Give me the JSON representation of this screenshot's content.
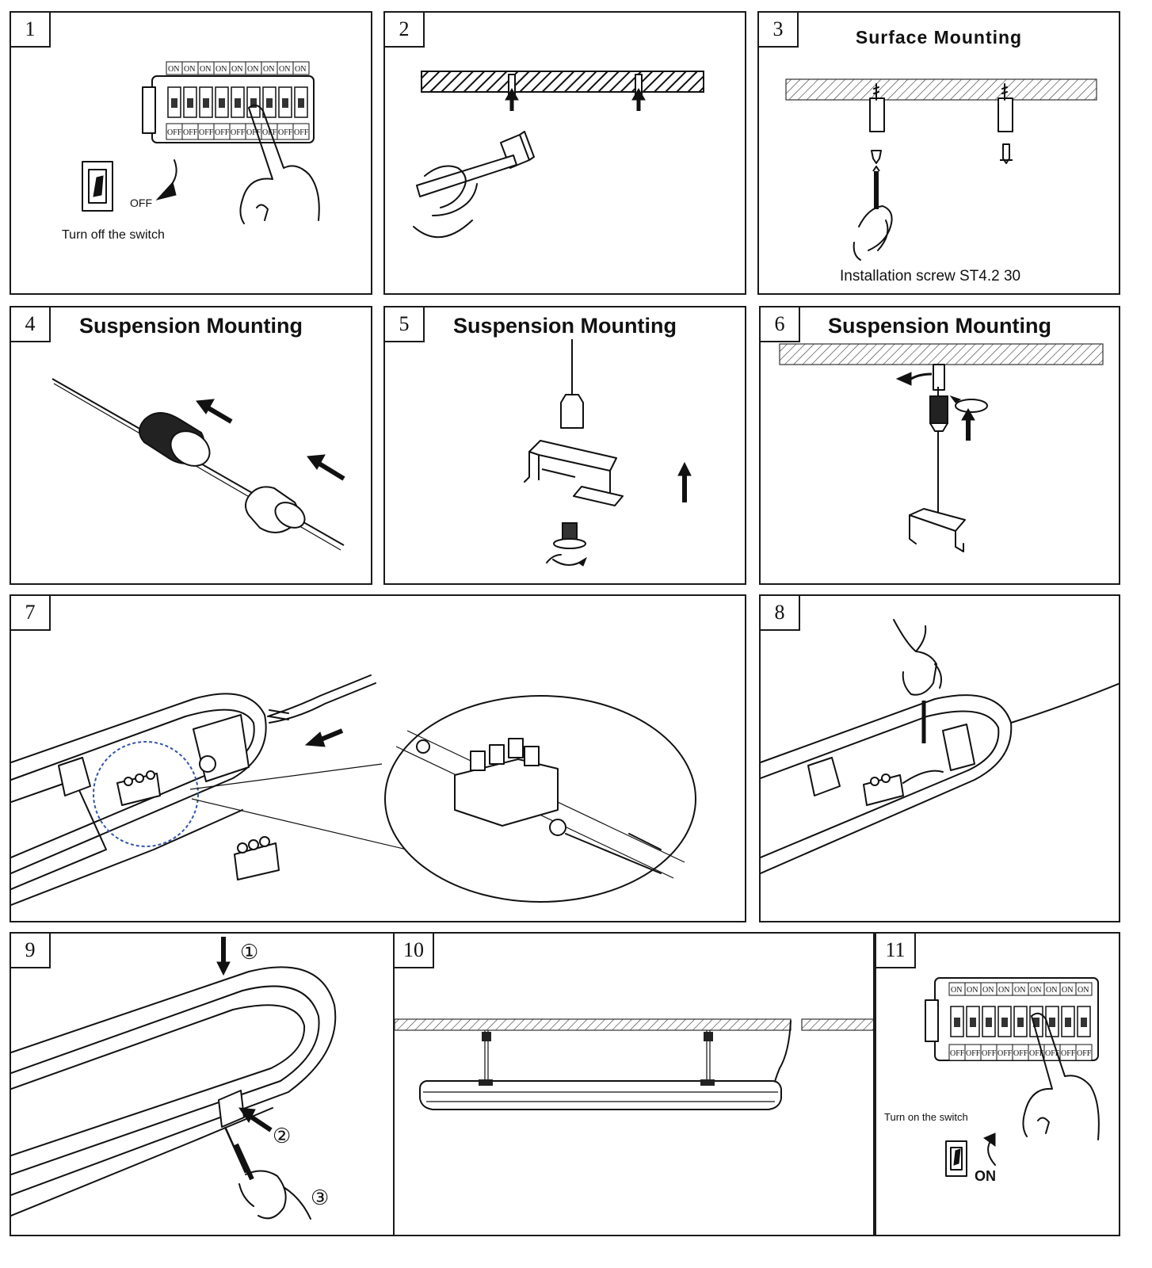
{
  "steps": [
    {
      "number": "1",
      "caption": "Turn off the switch",
      "switch_state": "OFF"
    },
    {
      "number": "2"
    },
    {
      "number": "3",
      "title": "Surface Mounting",
      "caption": "Installation screw ST4.2  30"
    },
    {
      "number": "4",
      "title": "Suspension Mounting"
    },
    {
      "number": "5",
      "title": "Suspension Mounting"
    },
    {
      "number": "6",
      "title": "Suspension Mounting"
    },
    {
      "number": "7"
    },
    {
      "number": "8"
    },
    {
      "number": "9",
      "callouts": [
        "①",
        "②",
        "③"
      ]
    },
    {
      "number": "10"
    },
    {
      "number": "11",
      "caption": "Turn on the switch",
      "switch_state": "ON"
    }
  ],
  "breaker": {
    "on_label": "ON",
    "off_label": "OFF"
  },
  "icons": [
    "breaker-panel-icon",
    "wall-switch-icon",
    "hand-icon",
    "hammer-icon",
    "screw-icon",
    "screwdriver-icon",
    "ceiling-icon",
    "arrow-icon",
    "rotate-icon",
    "suspension-cable-icon",
    "mounting-clip-icon",
    "terminal-block-icon",
    "luminaire-icon",
    "magnifier-circle-icon"
  ]
}
